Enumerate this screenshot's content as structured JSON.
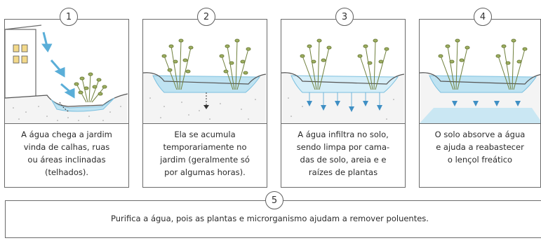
{
  "colors": {
    "border": "#6b6b6b",
    "water": "#bfe3f2",
    "water_dark": "#7cc0df",
    "soil": "#f4f4f4",
    "plant": "#8a9a4e",
    "arrow_blue": "#5aaed8"
  },
  "steps": [
    {
      "number": "1",
      "caption": "A água chega a jardim\nvinda de calhas, ruas\nou áreas inclinadas\n(telhados)."
    },
    {
      "number": "2",
      "caption": "Ela se acumula\ntemporariamente no\njardim (geralmente só\npor algumas horas)."
    },
    {
      "number": "3",
      "caption": "A água infiltra no solo,\nsendo limpa por cama-\ndas de solo, areia e e\nraízes de plantas"
    },
    {
      "number": "4",
      "caption": "O solo absorve a água\ne ajuda a reabastecer\no lençol freático"
    }
  ],
  "bottom": {
    "number": "5",
    "text": "Purifica a água, pois as plantas e microrganismo ajudam a remover poluentes."
  },
  "icons": {
    "house": "building-icon",
    "plant": "plant-icon",
    "rain_arrow": "arrow-down-icon"
  }
}
